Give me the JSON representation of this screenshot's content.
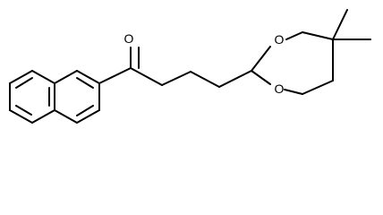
{
  "structure": {
    "atoms": {
      "carbonyl_oxygen": "O",
      "ring_oxygen_top": "O",
      "ring_oxygen_bottom": "O"
    },
    "colors": {
      "bond": "#000000",
      "label": "#000000",
      "background": "#ffffff"
    }
  }
}
